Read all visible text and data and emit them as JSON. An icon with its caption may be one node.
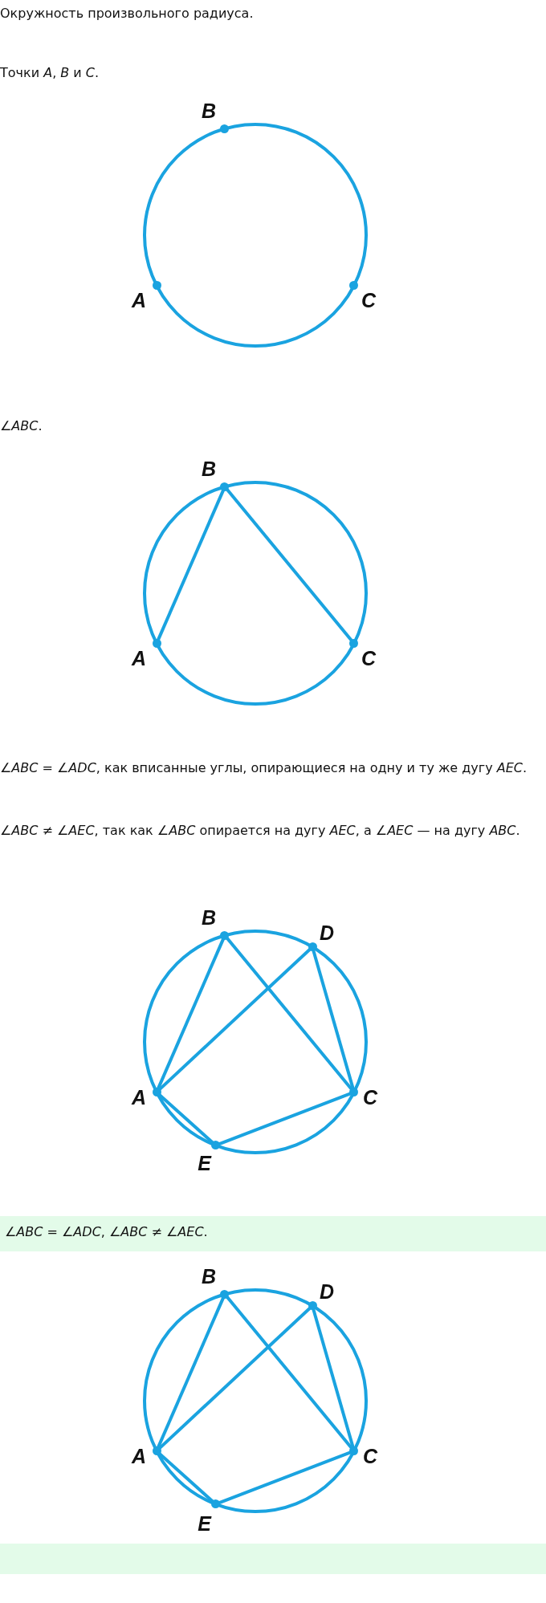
{
  "diagram": {
    "nodes": [
      {
        "text": [
          "A"
        ]
      },
      {
        "text": [
          "B"
        ]
      },
      {
        "text": [
          "C"
        ]
      },
      {
        "text": [
          "B"
        ]
      },
      {
        "text": [
          "A"
        ]
      },
      {
        "text": [
          "C"
        ]
      },
      {
        "text": [
          "B"
        ]
      },
      {
        "text": [
          "D"
        ]
      },
      {
        "text": [
          "A"
        ]
      },
      {
        "text": [
          "C"
        ]
      },
      {
        "text": [
          "E"
        ]
      },
      {
        "text": [
          "B"
        ]
      },
      {
        "text": [
          "D"
        ]
      },
      {
        "text": [
          "A"
        ]
      },
      {
        "text": [
          "C"
        ]
      },
      {
        "text": [
          "E"
        ]
      },
      {
        "text": [
          "∠*ABC* = ∠*ADC*, ∠*ABC* ≠ ∠*AEC*."
        ]
      },
      {
        "text": [],
        "shape": "bar"
      }
    ],
    "edges": [
      {
        "from": 3,
        "to": 4,
        "arrow": "none"
      },
      {
        "from": 3,
        "to": 5,
        "arrow": "none"
      },
      {
        "from": 6,
        "to": 8,
        "arrow": "none"
      },
      {
        "from": 6,
        "to": 9,
        "arrow": "none"
      },
      {
        "from": 7,
        "to": 8,
        "arrow": "none"
      },
      {
        "from": 7,
        "to": 9,
        "arrow": "none"
      },
      {
        "from": 8,
        "to": 10,
        "arrow": "none"
      },
      {
        "from": 10,
        "to": 9,
        "arrow": "none"
      },
      {
        "from": 11,
        "to": 13,
        "arrow": "none"
      },
      {
        "from": 11,
        "to": 14,
        "arrow": "none"
      },
      {
        "from": 12,
        "to": 13,
        "arrow": "none"
      },
      {
        "from": 12,
        "to": 14,
        "arrow": "none"
      },
      {
        "from": 13,
        "to": 15,
        "arrow": "none"
      },
      {
        "from": 15,
        "to": 14,
        "arrow": "none"
      }
    ],
    "labels": [
      "Окружность произвольного радиуса.",
      "Точки *A*, *B* и *C*.",
      "∠*ABC*.",
      "∠*ABC* = ∠*ADC*, как вписанные углы, опирающиеся на одну и ту же дугу *AEC*.",
      "∠*ABC* ≠ ∠*AEC*, так как ∠*ABC* опирается на дугу *AEC*, а ∠*AEC* — на дугу *ABC*."
    ]
  }
}
